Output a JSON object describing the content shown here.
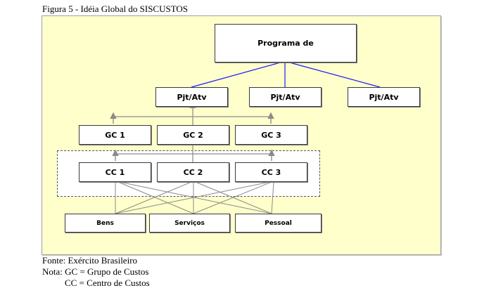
{
  "caption": "Figura 5 - Idéia Global do SISCUSTOS",
  "diagram": {
    "top": "Programa de",
    "projects": [
      "Pjt/Atv",
      "Pjt/Atv",
      "Pjt/Atv"
    ],
    "groups": [
      "GC 1",
      "GC 2",
      "GC 3"
    ],
    "centers": [
      "CC 1",
      "CC 2",
      "CC 3"
    ],
    "inputs": [
      "Bens",
      "Serviços",
      "Pessoal"
    ],
    "colors": {
      "background": "#ffffcc",
      "blue_arrows": "#1a1aff",
      "gray_arrows": "#8a8a8a"
    }
  },
  "notes": {
    "source": "Fonte: Exército Brasileiro",
    "note1": "Nota: GC = Grupo de Custos",
    "note2": "CC = Centro de Custos"
  }
}
